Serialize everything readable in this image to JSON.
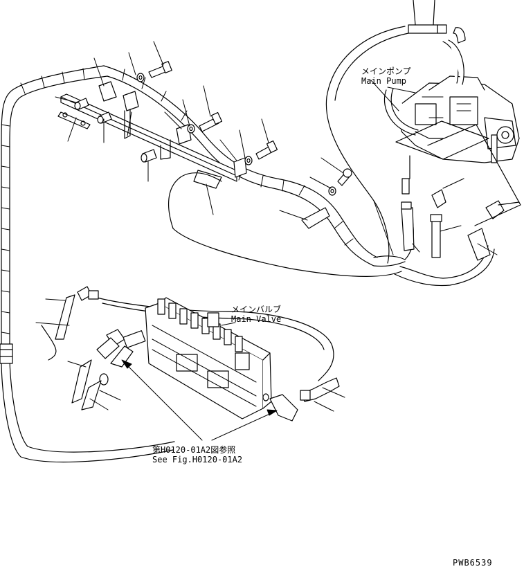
{
  "main_pump": {
    "label_jp": "メインポンプ",
    "label_en": "Main Pump"
  },
  "main_valve": {
    "label_jp": "メインバルブ",
    "label_en": "Main Valve"
  },
  "reference": {
    "label_jp": "第H0120-01A2図参照",
    "label_en": "See Fig.H0120-01A2"
  },
  "drawing_id": "PWB6539"
}
